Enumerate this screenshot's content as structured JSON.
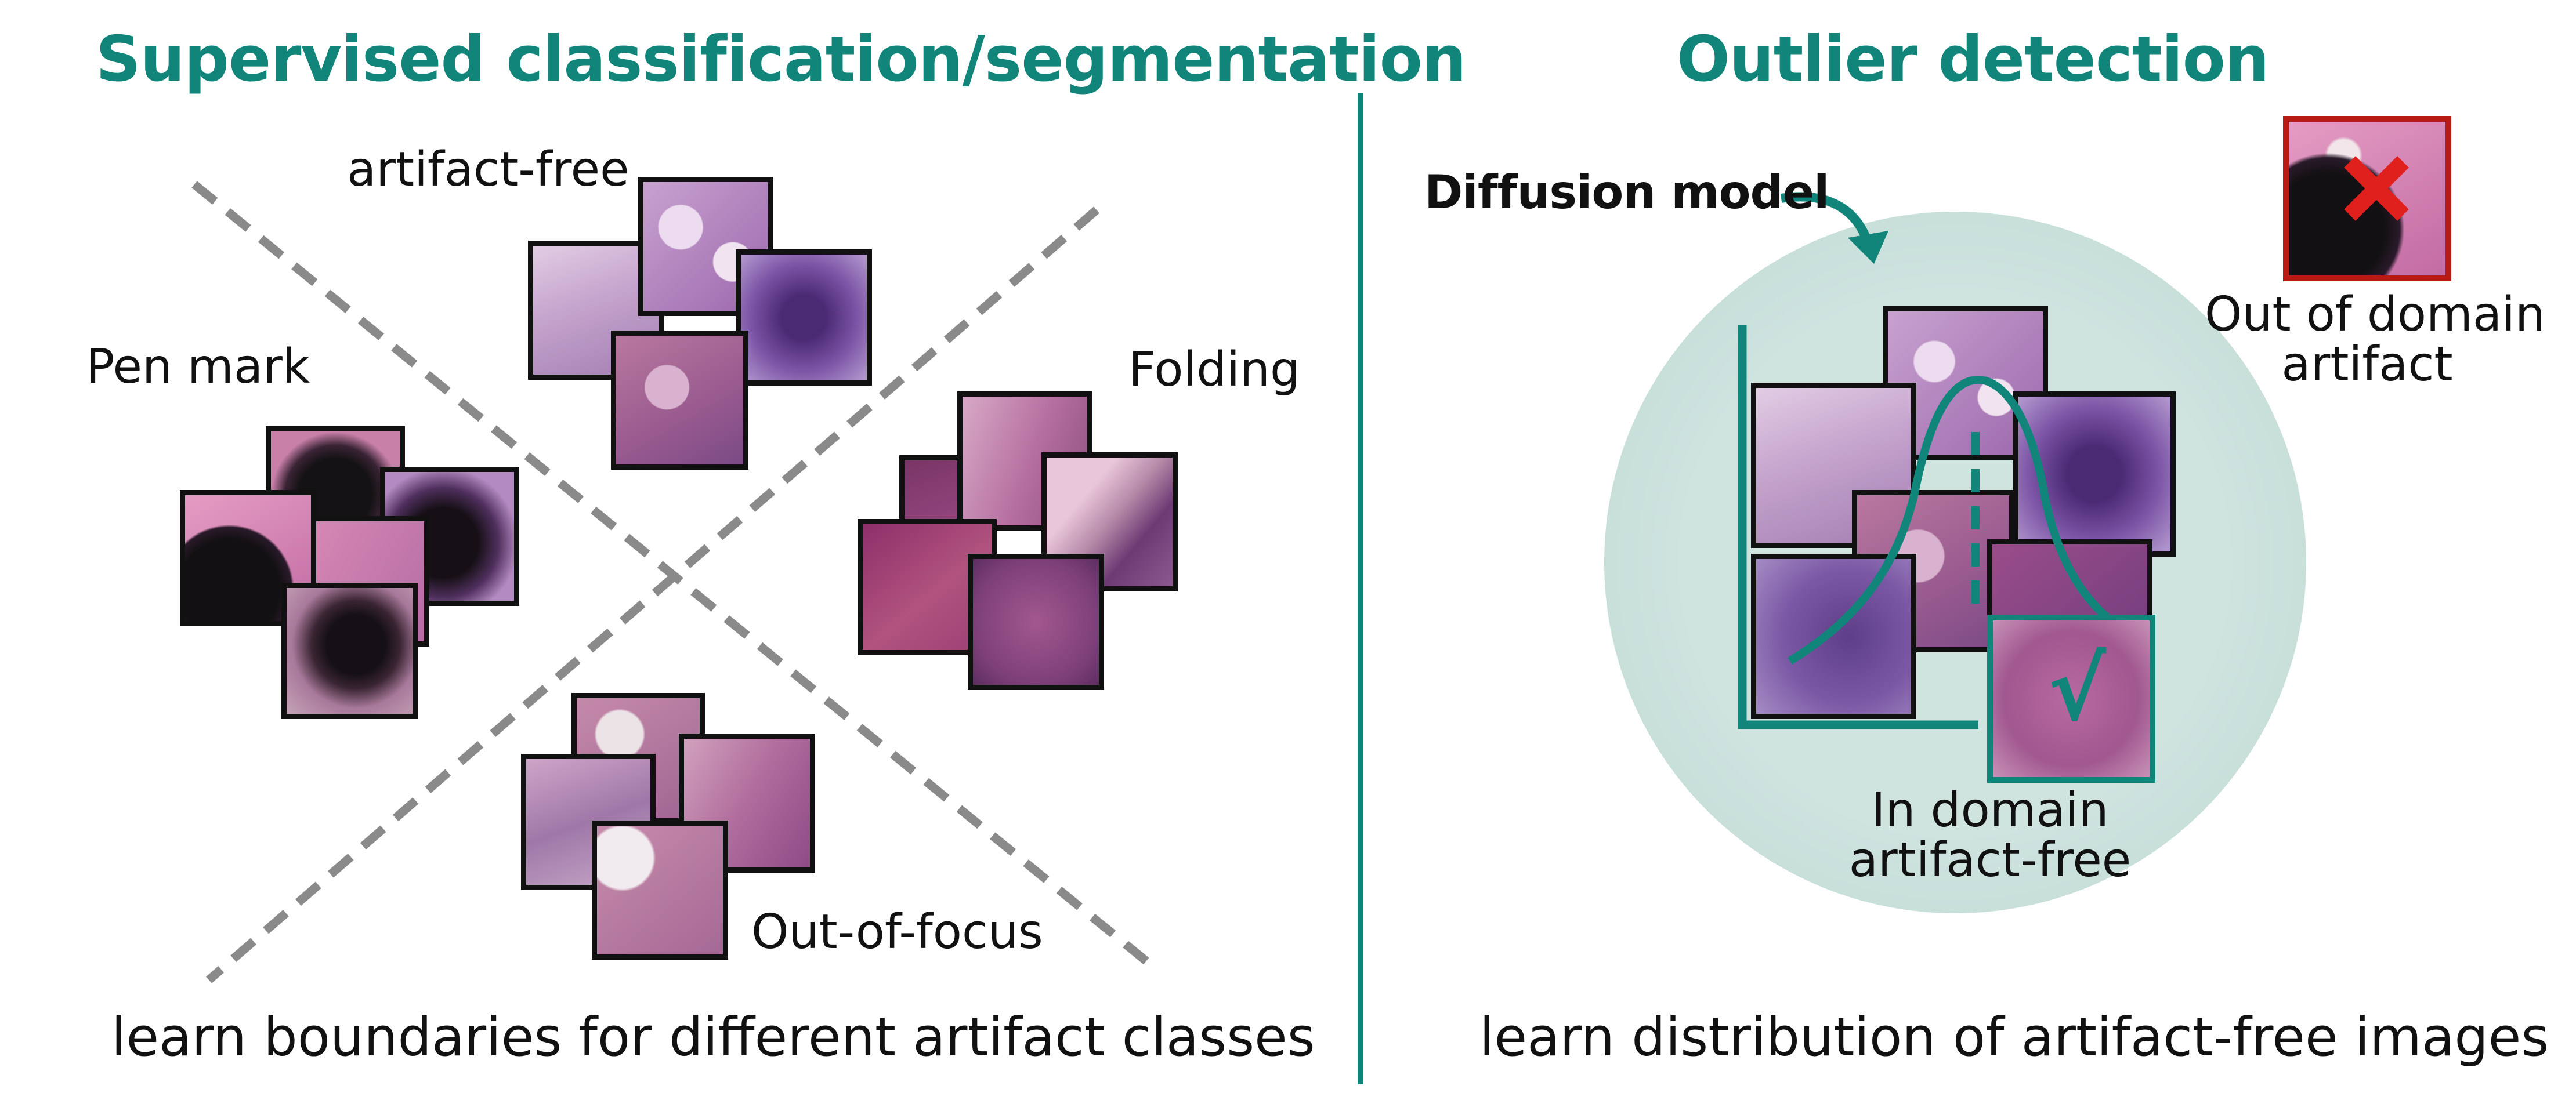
{
  "left_panel": {
    "title": "Supervised classification/segmentation",
    "classes": {
      "artifact_free": "artifact-free",
      "pen_mark": "Pen mark",
      "folding": "Folding",
      "out_of_focus": "Out-of-focus"
    },
    "caption": "learn boundaries for different artifact classes"
  },
  "right_panel": {
    "title": "Outlier detection",
    "model_label": "Diffusion model",
    "in_domain_label": [
      "In domain",
      "artifact-free"
    ],
    "out_of_domain_label": [
      "Out of domain",
      "artifact"
    ],
    "caption": "learn distribution of artifact-free images"
  },
  "colors": {
    "accent_teal": "#11857a",
    "circle_fill": "#cfe3df",
    "reject_red": "#e0201c",
    "reject_border": "#b81a14",
    "tissue_light": "#c9a7cf",
    "tissue_mid": "#9b64a8",
    "tissue_dark": "#5a2d6e",
    "tissue_pink": "#c07aa8",
    "ink_black": "#141214"
  },
  "icons": {
    "accept": "checkmark-icon",
    "reject": "red-x-icon",
    "model_arrow": "curved-arrow-icon"
  }
}
